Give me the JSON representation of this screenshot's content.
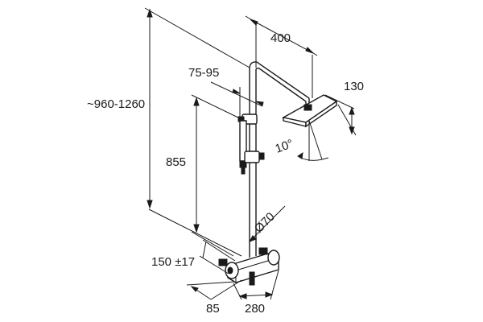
{
  "dimensions": {
    "total_height": "~960-1260",
    "head_arm": "400",
    "head_drop": "130",
    "holder_offset": "75-95",
    "holder_height": "855",
    "pipe_diameter": "Ø70",
    "mixer_centers": "150 ±17",
    "wall_offset": "85",
    "mixer_width": "280",
    "tilt_angle": "10°"
  }
}
